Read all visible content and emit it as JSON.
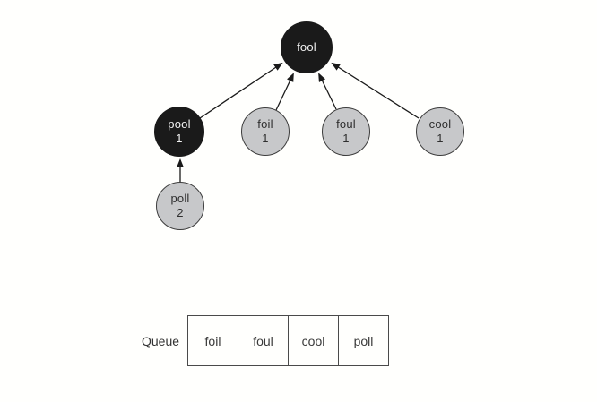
{
  "figure": {
    "title": "bfs-word-ladder-tree",
    "background": "#fffffd",
    "colors": {
      "node_visited_fill": "#1a1a1a",
      "node_visited_text": "#f2f2f2",
      "node_frontier_fill": "#c7c8ca",
      "node_frontier_text": "#2e2e2e",
      "node_border": "#3d3d3d",
      "arrow": "#1a1a1a",
      "queue_box_border": "#4a4a4a"
    }
  },
  "tree": {
    "nodes": [
      {
        "id": "fool",
        "word": "fool",
        "distance": "",
        "variant": "black"
      },
      {
        "id": "pool",
        "word": "pool",
        "distance": "1",
        "variant": "black"
      },
      {
        "id": "foil",
        "word": "foil",
        "distance": "1",
        "variant": "gray"
      },
      {
        "id": "foul",
        "word": "foul",
        "distance": "1",
        "variant": "gray"
      },
      {
        "id": "cool",
        "word": "cool",
        "distance": "1",
        "variant": "gray"
      },
      {
        "id": "poll",
        "word": "poll",
        "distance": "2",
        "variant": "gray"
      }
    ],
    "edges": [
      {
        "from": "pool",
        "to": "fool"
      },
      {
        "from": "foil",
        "to": "fool"
      },
      {
        "from": "foul",
        "to": "fool"
      },
      {
        "from": "cool",
        "to": "fool"
      },
      {
        "from": "poll",
        "to": "pool"
      }
    ]
  },
  "queue": {
    "label": "Queue",
    "items": [
      "foil",
      "foul",
      "cool",
      "poll"
    ]
  }
}
